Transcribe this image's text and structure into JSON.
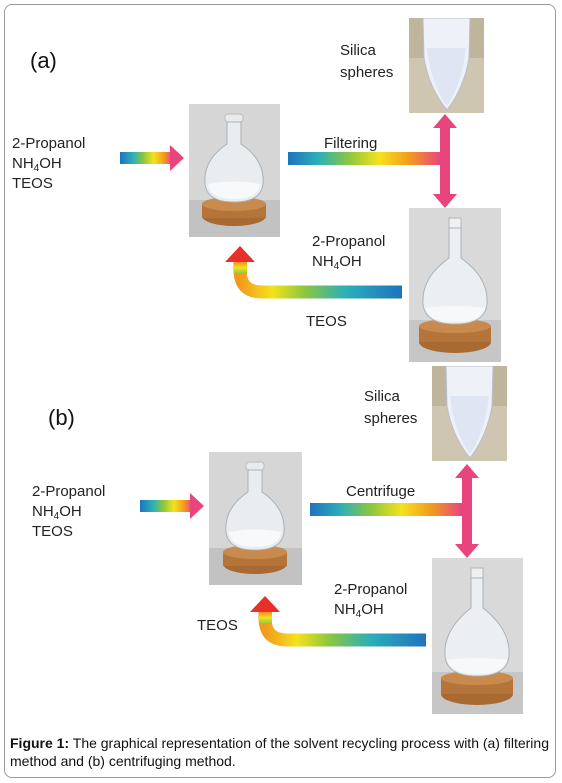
{
  "panels": {
    "a": {
      "label": "(a)",
      "inputs": {
        "line1": "2-Propanol",
        "nh_prefix": "NH",
        "nh_sub": "4",
        "nh_suffix": "OH",
        "line3": "TEOS"
      },
      "process_label": "Filtering",
      "product": {
        "line1": "Silica",
        "line2": "spheres"
      },
      "recovered": {
        "line1": "2-Propanol",
        "nh_prefix": "NH",
        "nh_sub": "4",
        "nh_suffix": "OH"
      },
      "return_label": "TEOS"
    },
    "b": {
      "label": "(b)",
      "inputs": {
        "line1": "2-Propanol",
        "nh_prefix": "NH",
        "nh_sub": "4",
        "nh_suffix": "OH",
        "line3": "TEOS"
      },
      "process_label": "Centrifuge",
      "product": {
        "line1": "Silica",
        "line2": "spheres"
      },
      "recovered": {
        "line1": "2-Propanol",
        "nh_prefix": "NH",
        "nh_sub": "4",
        "nh_suffix": "OH"
      },
      "return_label": "TEOS"
    }
  },
  "caption": {
    "prefix": "Figure 1:",
    "text": " The graphical representation of the solvent recycling process with (a) filtering method and (b) centrifuging method."
  },
  "colors": {
    "rainbow": [
      "#e8302a",
      "#f39a1e",
      "#f4e21c",
      "#8cc63f",
      "#2bb0b8",
      "#1e73be"
    ],
    "pink_arrow": "#e8457f",
    "cork": "#b5753a",
    "backdrop": "#d9d9d9"
  }
}
